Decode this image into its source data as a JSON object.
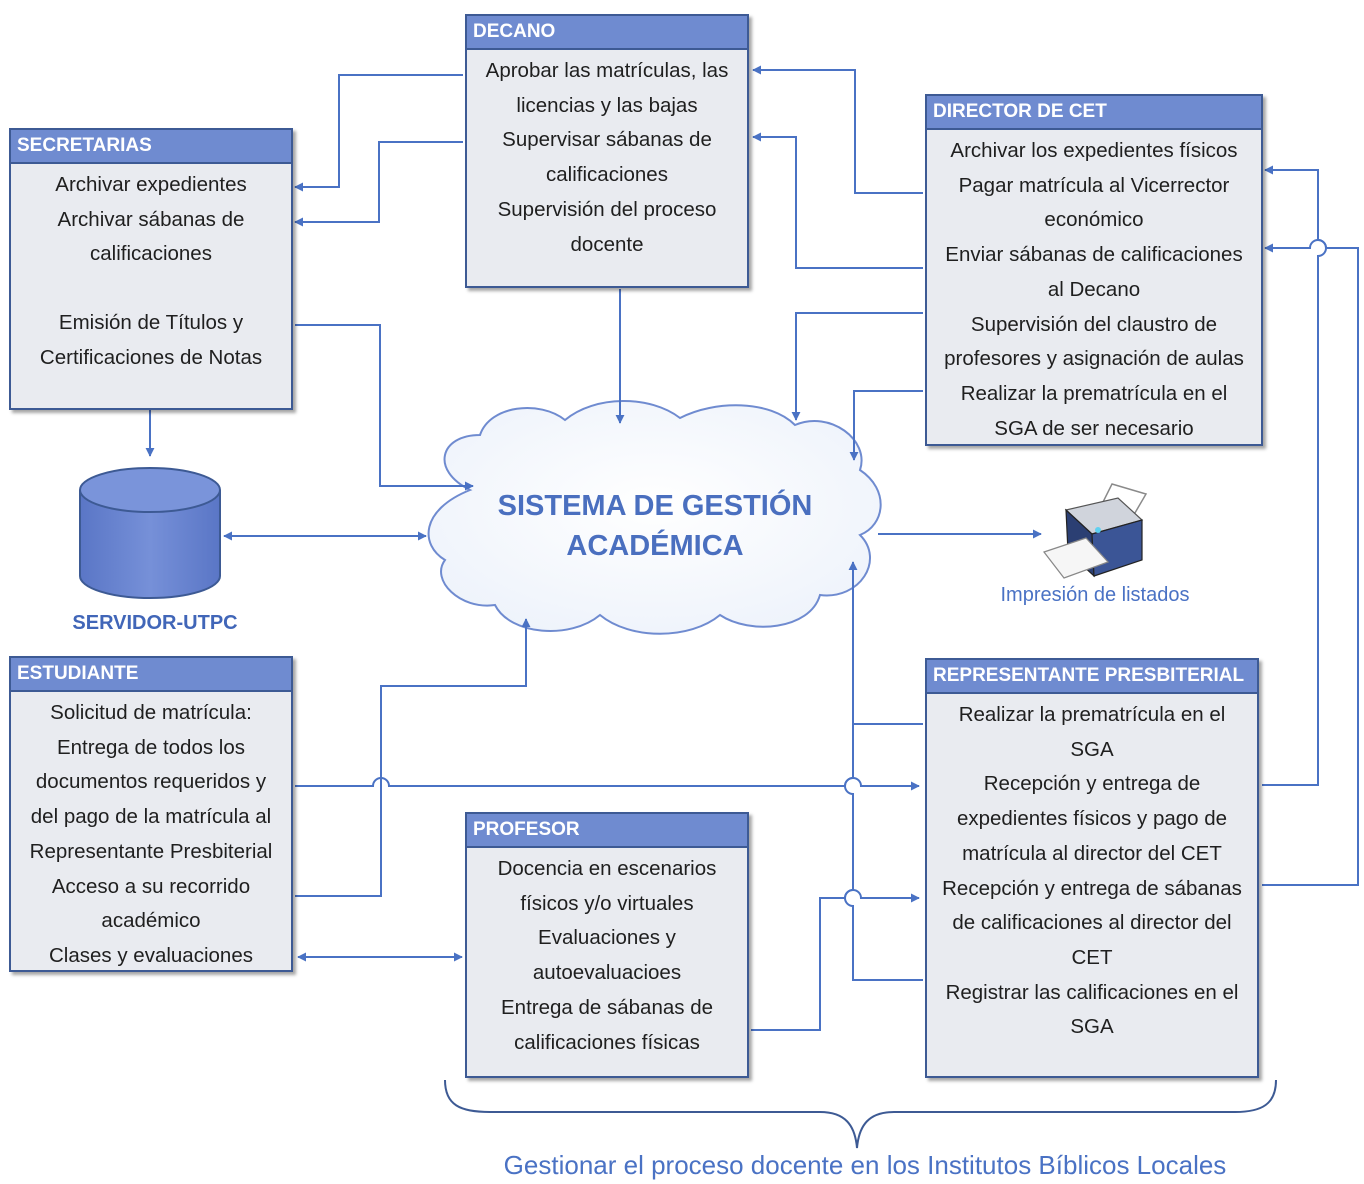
{
  "decano": {
    "title": "DECANO",
    "items": [
      "Aprobar las matrículas, las\nlicencias y las bajas",
      "Supervisar sábanas de\ncalificaciones",
      "Supervisión del proceso\ndocente"
    ]
  },
  "secretarias": {
    "title": "SECRETARIAS",
    "items": [
      "Archivar expedientes",
      "Archivar sábanas de\ncalificaciones",
      "Emisión de Títulos y\nCertificaciones de Notas"
    ]
  },
  "director": {
    "title": "DIRECTOR DE CET",
    "items": [
      "Archivar los expedientes físicos",
      "Pagar matrícula al Vicerrector\neconómico",
      "Enviar sábanas de calificaciones\nal Decano",
      "Supervisión del claustro de\nprofesores y asignación de aulas",
      "Realizar la prematrícula en el\nSGA de ser necesario"
    ]
  },
  "system": {
    "label": "SISTEMA DE GESTIÓN\nACADÉMICA"
  },
  "server": {
    "label": "SERVIDOR-UTPC"
  },
  "printer": {
    "label": "Impresión de listados"
  },
  "estudiante": {
    "title": "ESTUDIANTE",
    "items": [
      "Solicitud de matrícula:\nEntrega de todos los\ndocumentos requeridos y\ndel pago de la matrícula al\nRepresentante Presbiterial",
      "Acceso a su recorrido\nacadémico",
      "Clases y evaluaciones"
    ]
  },
  "profesor": {
    "title": "PROFESOR",
    "items": [
      "Docencia en escenarios\nfísicos y/o virtuales",
      "Evaluaciones y\nautoevaluacioes",
      "Entrega de sábanas de\ncalificaciones físicas"
    ]
  },
  "representante": {
    "title": "REPRESENTANTE PRESBITERIAL",
    "items": [
      "Realizar la prematrícula en el\nSGA",
      "Recepción y entrega de\nexpedientes físicos y pago de\nmatrícula al director del CET",
      "Recepción y entrega de sábanas\nde calificaciones al director del\nCET",
      "Registrar las calificaciones en el\nSGA"
    ]
  },
  "footer": {
    "label": "Gestionar el proceso docente en los Institutos Bíblicos Locales"
  },
  "colors": {
    "box_fill": "#e9ebf0",
    "header_fill": "#6f8bd0",
    "border": "#3d5a94",
    "arrow": "#4a72c4",
    "accent_text": "#4a6fbf"
  }
}
